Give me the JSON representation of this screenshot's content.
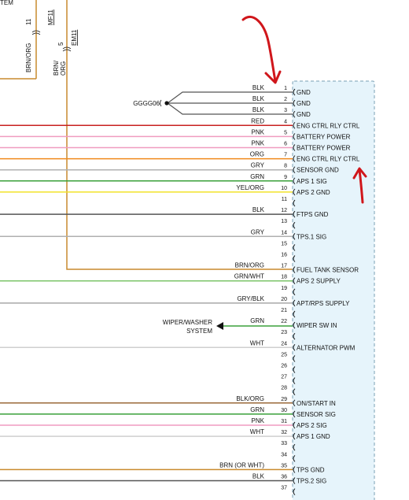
{
  "header": {
    "fragment": "TEM"
  },
  "top_circuits": [
    {
      "wire_label": "BRN/ORG",
      "pin": "11",
      "connector": "MF11"
    },
    {
      "wire_label": "BRN/\nORG",
      "pin": "5",
      "connector": "EM11"
    }
  ],
  "ground_splice": {
    "label": "GGGG06"
  },
  "wiper_destination": {
    "line1": "WIPER/WASHER",
    "line2": "SYSTEM"
  },
  "colors": {
    "connector_fill": "#e6f4fb",
    "connector_border": "#7aa0b4",
    "annotation": "#d0161b",
    "header_wire": "#c98a2e"
  },
  "pins": [
    {
      "pin": "1",
      "wire": "BLK",
      "color": "#555555",
      "func": "GND"
    },
    {
      "pin": "2",
      "wire": "BLK",
      "color": "#555555",
      "func": "GND"
    },
    {
      "pin": "3",
      "wire": "BLK",
      "color": "#555555",
      "func": "GND"
    },
    {
      "pin": "4",
      "wire": "RED",
      "color": "#c8201f",
      "func": "ENG CTRL RLY CTRL"
    },
    {
      "pin": "5",
      "wire": "PNK",
      "color": "#f09cc0",
      "func": "BATTERY POWER"
    },
    {
      "pin": "6",
      "wire": "PNK",
      "color": "#f09cc0",
      "func": "BATTERY POWER"
    },
    {
      "pin": "7",
      "wire": "ORG",
      "color": "#f08a1c",
      "func": "ENG CTRL RLY CTRL"
    },
    {
      "pin": "8",
      "wire": "GRY",
      "color": "#b0b0b0",
      "func": "SENSOR GND"
    },
    {
      "pin": "9",
      "wire": "GRN",
      "color": "#3aa03a",
      "func": "APS 1 SIG"
    },
    {
      "pin": "10",
      "wire": "YEL/ORG",
      "color": "#f2e22a",
      "func": "APS 2 GND"
    },
    {
      "pin": "11",
      "wire": "",
      "color": "",
      "func": ""
    },
    {
      "pin": "12",
      "wire": "BLK",
      "color": "#555555",
      "func": "FTPS GND"
    },
    {
      "pin": "13",
      "wire": "",
      "color": "",
      "func": ""
    },
    {
      "pin": "14",
      "wire": "GRY",
      "color": "#b0b0b0",
      "func": "TPS.1 SIG"
    },
    {
      "pin": "15",
      "wire": "",
      "color": "",
      "func": ""
    },
    {
      "pin": "16",
      "wire": "",
      "color": "",
      "func": ""
    },
    {
      "pin": "17",
      "wire": "BRN/ORG",
      "color": "#c98a2e",
      "func": "FUEL TANK SENSOR"
    },
    {
      "pin": "18",
      "wire": "GRN/WHT",
      "color": "#7cc46a",
      "func": "APS 2 SUPPLY"
    },
    {
      "pin": "19",
      "wire": "",
      "color": "",
      "func": ""
    },
    {
      "pin": "20",
      "wire": "GRY/BLK",
      "color": "#a8a8a8",
      "func": "APT/RPS SUPPLY"
    },
    {
      "pin": "21",
      "wire": "",
      "color": "",
      "func": ""
    },
    {
      "pin": "22",
      "wire": "GRN",
      "color": "#3aa03a",
      "func": "WIPER SW IN"
    },
    {
      "pin": "23",
      "wire": "",
      "color": "",
      "func": ""
    },
    {
      "pin": "24",
      "wire": "WHT",
      "color": "#cfcfcf",
      "func": "ALTERNATOR PWM"
    },
    {
      "pin": "25",
      "wire": "",
      "color": "",
      "func": ""
    },
    {
      "pin": "26",
      "wire": "",
      "color": "",
      "func": ""
    },
    {
      "pin": "27",
      "wire": "",
      "color": "",
      "func": ""
    },
    {
      "pin": "28",
      "wire": "",
      "color": "",
      "func": ""
    },
    {
      "pin": "29",
      "wire": "BLK/ORG",
      "color": "#9a6a3a",
      "func": "ON/START IN"
    },
    {
      "pin": "30",
      "wire": "GRN",
      "color": "#3aa03a",
      "func": "SENSOR SIG"
    },
    {
      "pin": "31",
      "wire": "PNK",
      "color": "#f09cc0",
      "func": "APS 2 SIG"
    },
    {
      "pin": "32",
      "wire": "WHT",
      "color": "#cfcfcf",
      "func": "APS 1 GND"
    },
    {
      "pin": "33",
      "wire": "",
      "color": "",
      "func": ""
    },
    {
      "pin": "34",
      "wire": "",
      "color": "",
      "func": ""
    },
    {
      "pin": "35",
      "wire": "BRN   (OR WHT)",
      "color": "#c98a2e",
      "func": "TPS GND"
    },
    {
      "pin": "36",
      "wire": "BLK",
      "color": "#555555",
      "func": "TPS.2 SIG"
    },
    {
      "pin": "37",
      "wire": "",
      "color": "",
      "func": ""
    }
  ]
}
